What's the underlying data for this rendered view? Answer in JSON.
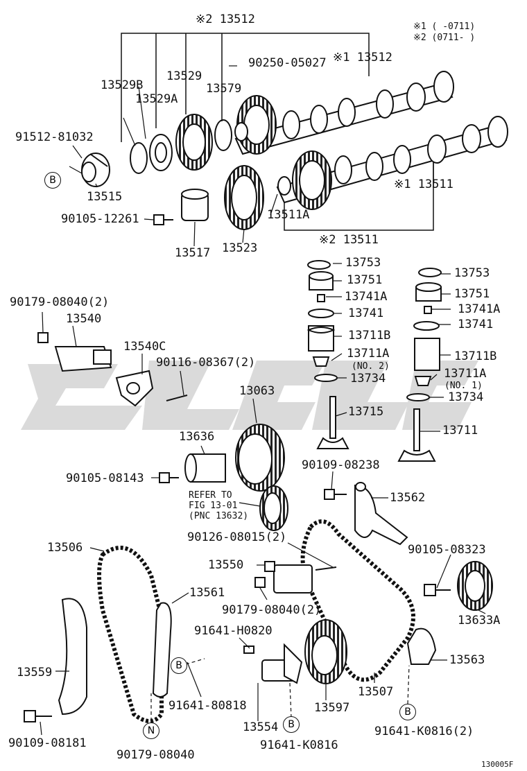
{
  "legend": {
    "line1": "※1 (   -0711)",
    "line2": "※2 (0711-   )"
  },
  "labels": {
    "p13512_top": "※2 13512",
    "p90250": "90250-05027",
    "p13512_mid": "※1 13512",
    "p13529": "13529",
    "p13529B": "13529B",
    "p13579": "13579",
    "p13529A": "13529A",
    "p91512": "91512-81032",
    "p13515": "13515",
    "p13511_mid": "※1 13511",
    "p90105_12261": "90105-12261",
    "p13511A": "13511A",
    "p13517": "13517",
    "p13523": "13523",
    "p13511_bot": "※2 13511",
    "p13753_l": "13753",
    "p13751_l": "13751",
    "p13741A_l": "13741A",
    "p13741_l": "13741",
    "p13711B_l": "13711B",
    "p13711A_l": "13711A",
    "p13711A_l_note": "(NO. 2)",
    "p13734_l": "13734",
    "p13715": "13715",
    "p13753_r": "13753",
    "p13751_r": "13751",
    "p13741A_r": "13741A",
    "p13741_r": "13741",
    "p13711B_r": "13711B",
    "p13711A_r": "13711A",
    "p13711A_r_note": "(NO. 1)",
    "p13734_r": "13734",
    "p13711": "13711",
    "p90179_top": "90179-08040(2)",
    "p13540": "13540",
    "p13540C": "13540C",
    "p90116": "90116-08367(2)",
    "p13063": "13063",
    "p13636": "13636",
    "p90105_08143": "90105-08143",
    "refer1": "REFER TO",
    "refer2": "FIG 13-01",
    "refer3": "(PNC 13632)",
    "p90109_08238": "90109-08238",
    "p13562": "13562",
    "p90126": "90126-08015(2)",
    "p13506": "13506",
    "p90105_08323": "90105-08323",
    "p13550": "13550",
    "p13561": "13561",
    "p90179_mid": "90179-08040(2)",
    "p13633A": "13633A",
    "p91641_H": "91641-H0820",
    "p13563": "13563",
    "p13559": "13559",
    "p91641_80818": "91641-80818",
    "p13597": "13597",
    "p13507": "13507",
    "p90109_08181": "90109-08181",
    "p13554": "13554",
    "p91641_K0816_2": "91641-K0816(2)",
    "p91641_K0816": "91641-K0816",
    "p90179_bot": "90179-08040",
    "fig_code": "130005F"
  },
  "markers": {
    "B1": "B",
    "B2": "B",
    "B3": "B",
    "B4": "B",
    "N": "N"
  },
  "colors": {
    "ink": "#111111",
    "watermark": "#d4d4d4"
  }
}
